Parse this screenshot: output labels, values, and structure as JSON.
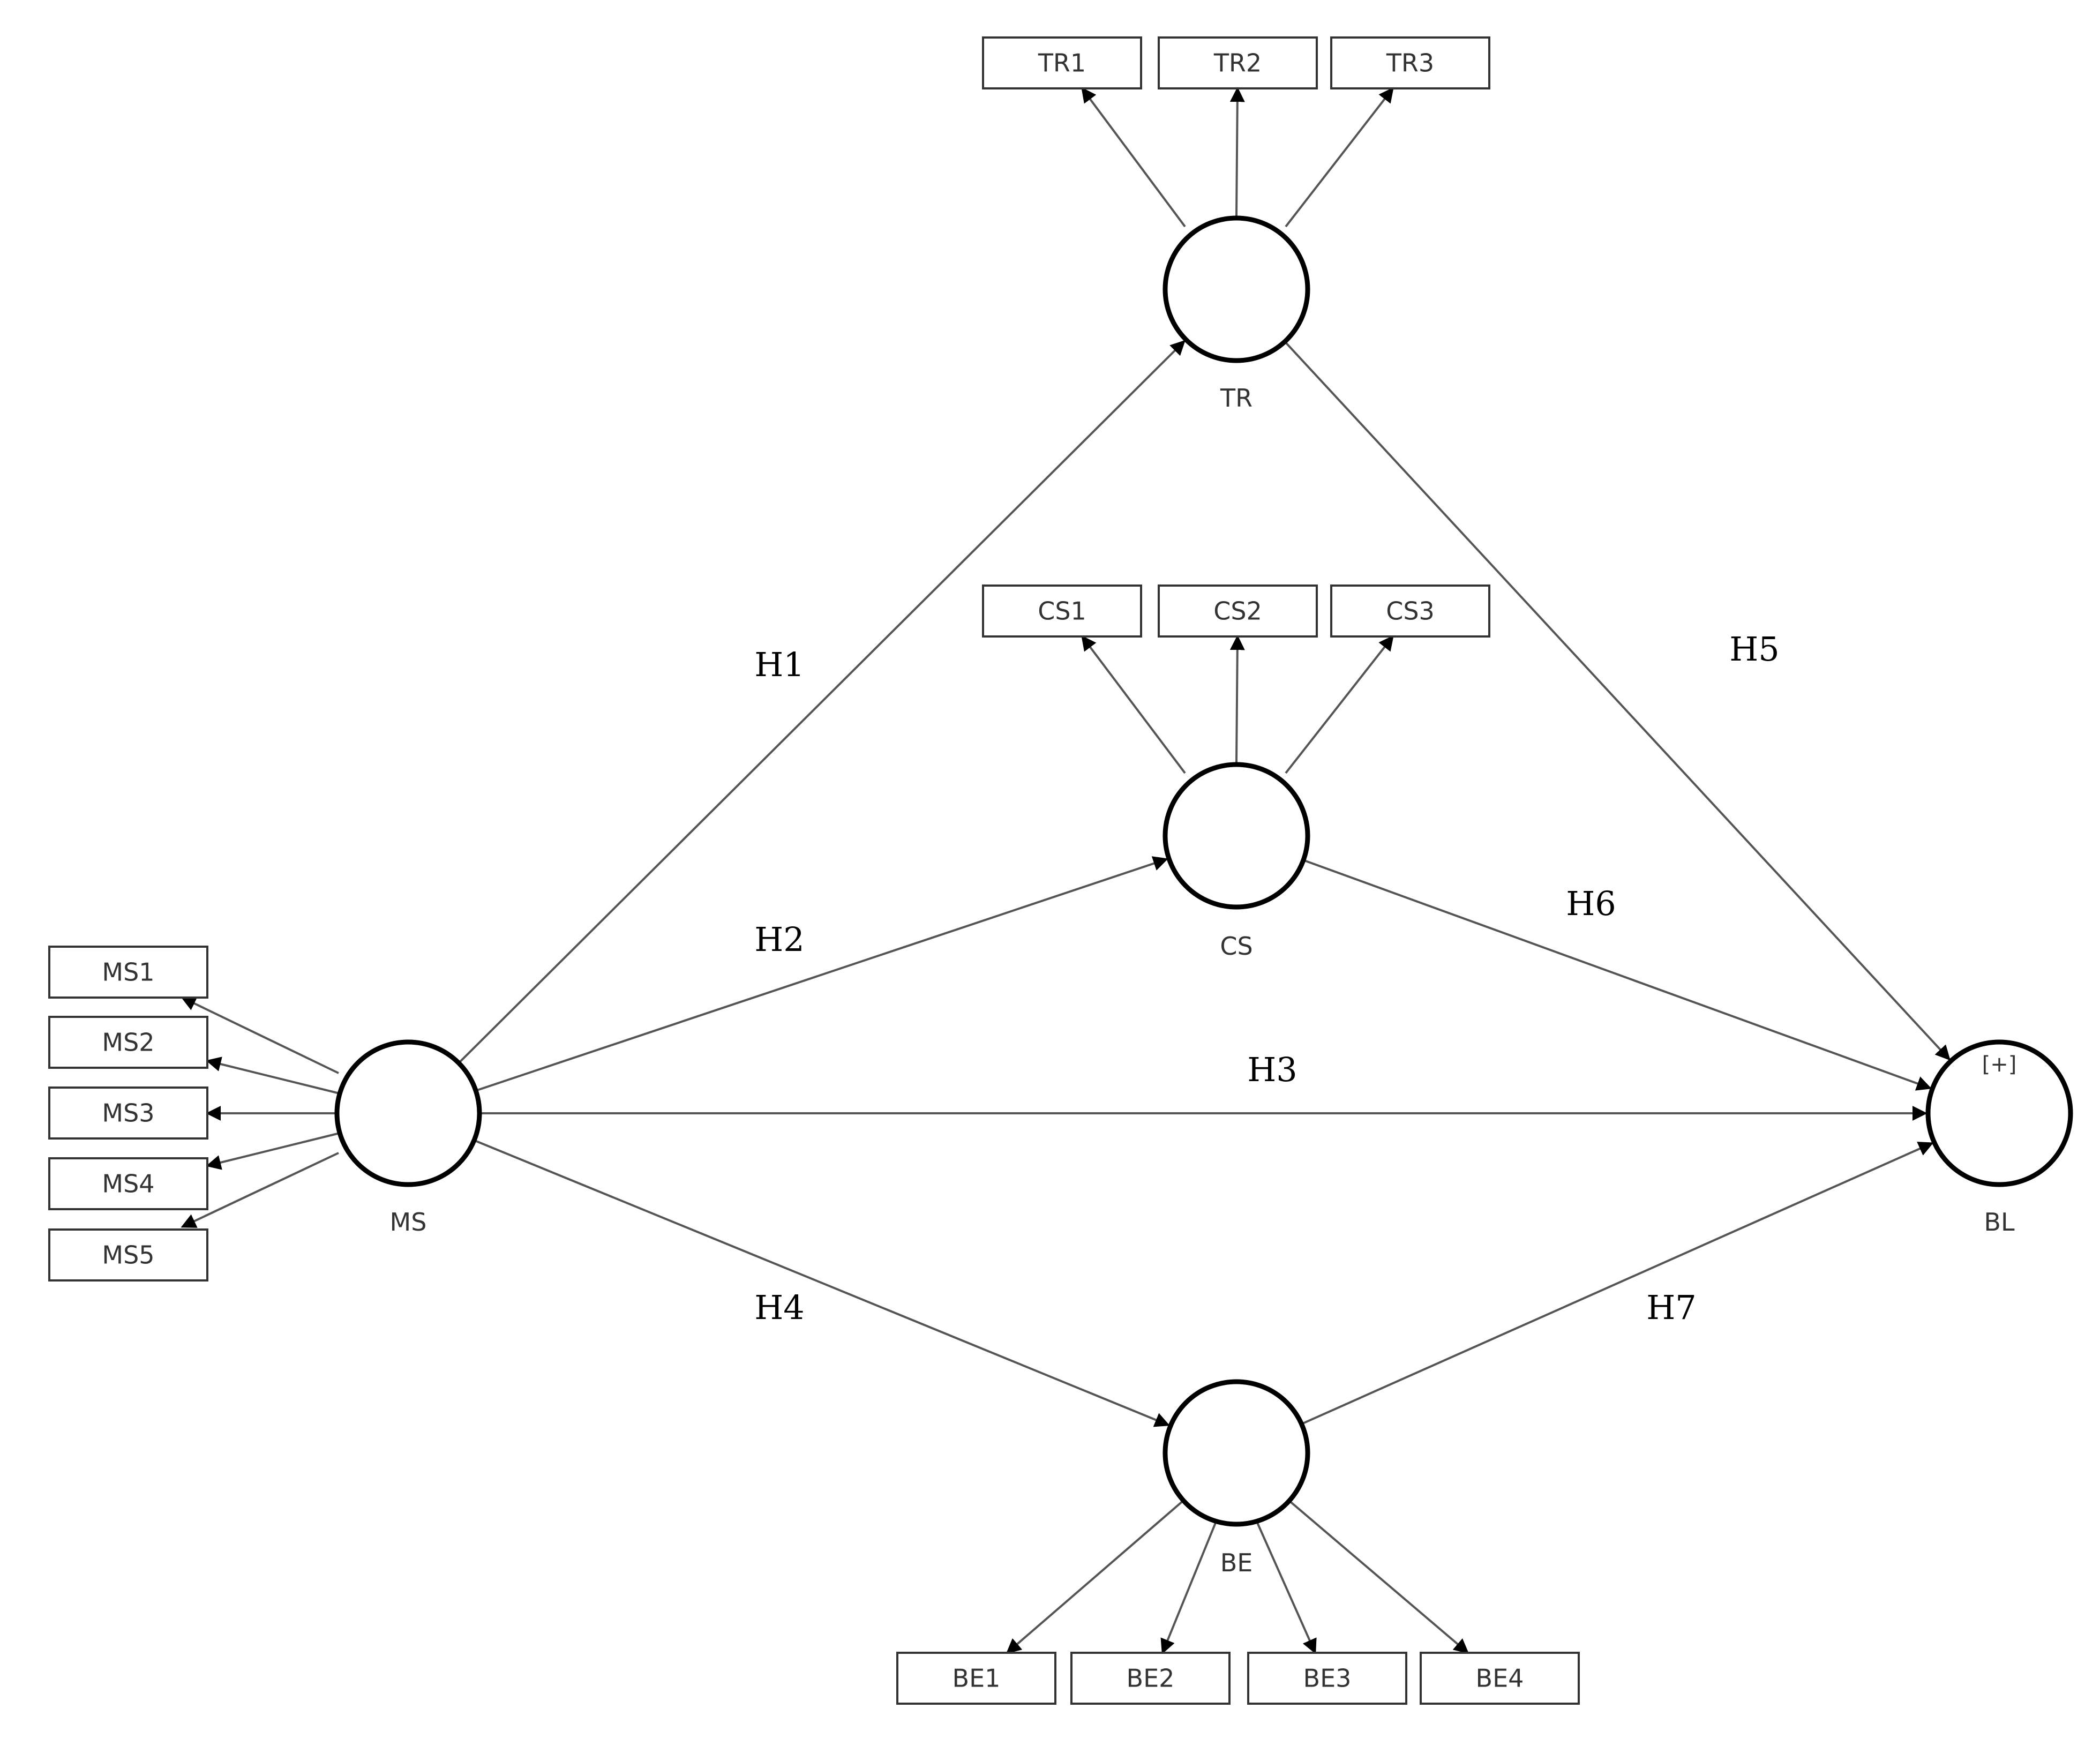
{
  "constructs": [
    {
      "id": "MS",
      "label": "MS"
    },
    {
      "id": "TR",
      "label": "TR"
    },
    {
      "id": "CS",
      "label": "CS"
    },
    {
      "id": "BE",
      "label": "BE"
    },
    {
      "id": "BL",
      "label": "BL",
      "marker": "[+]"
    }
  ],
  "indicators": [
    {
      "id": "MS1",
      "label": "MS1",
      "construct": "MS"
    },
    {
      "id": "MS2",
      "label": "MS2",
      "construct": "MS"
    },
    {
      "id": "MS3",
      "label": "MS3",
      "construct": "MS"
    },
    {
      "id": "MS4",
      "label": "MS4",
      "construct": "MS"
    },
    {
      "id": "MS5",
      "label": "MS5",
      "construct": "MS"
    },
    {
      "id": "TR1",
      "label": "TR1",
      "construct": "TR"
    },
    {
      "id": "TR2",
      "label": "TR2",
      "construct": "TR"
    },
    {
      "id": "TR3",
      "label": "TR3",
      "construct": "TR"
    },
    {
      "id": "CS1",
      "label": "CS1",
      "construct": "CS"
    },
    {
      "id": "CS2",
      "label": "CS2",
      "construct": "CS"
    },
    {
      "id": "CS3",
      "label": "CS3",
      "construct": "CS"
    },
    {
      "id": "BE1",
      "label": "BE1",
      "construct": "BE"
    },
    {
      "id": "BE2",
      "label": "BE2",
      "construct": "BE"
    },
    {
      "id": "BE3",
      "label": "BE3",
      "construct": "BE"
    },
    {
      "id": "BE4",
      "label": "BE4",
      "construct": "BE"
    }
  ],
  "hypotheses": [
    {
      "id": "H1",
      "label": "H1",
      "from": "MS",
      "to": "TR"
    },
    {
      "id": "H2",
      "label": "H2",
      "from": "MS",
      "to": "CS"
    },
    {
      "id": "H3",
      "label": "H3",
      "from": "MS",
      "to": "BL"
    },
    {
      "id": "H4",
      "label": "H4",
      "from": "MS",
      "to": "BE"
    },
    {
      "id": "H5",
      "label": "H5",
      "from": "TR",
      "to": "BL"
    },
    {
      "id": "H6",
      "label": "H6",
      "from": "CS",
      "to": "BL"
    },
    {
      "id": "H7",
      "label": "H7",
      "from": "BE",
      "to": "BL"
    }
  ]
}
